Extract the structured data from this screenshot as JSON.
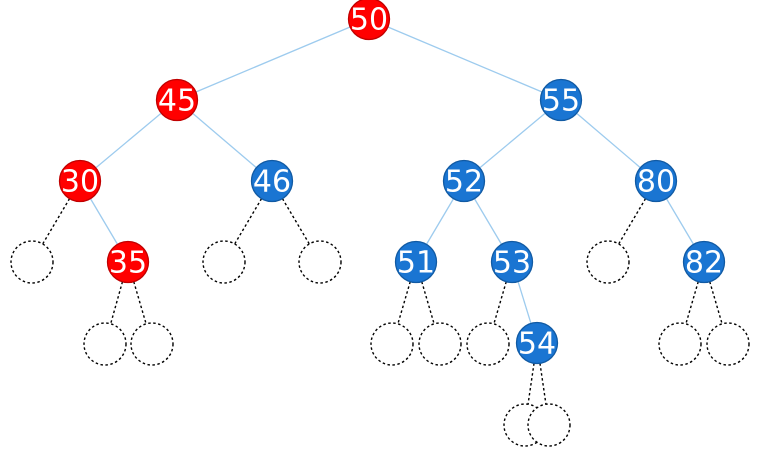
{
  "colors": {
    "red": "#ff0000",
    "red_stroke": "#c00000",
    "blue": "#1a75d2",
    "blue_stroke": "#115aa3",
    "edge": "#9dcbee",
    "null_edge": "#000000"
  },
  "nodes": [
    {
      "id": "n50",
      "label": "50",
      "color": "red"
    },
    {
      "id": "n45",
      "label": "45",
      "color": "red"
    },
    {
      "id": "n55",
      "label": "55",
      "color": "blue"
    },
    {
      "id": "n30",
      "label": "30",
      "color": "red"
    },
    {
      "id": "n46",
      "label": "46",
      "color": "blue"
    },
    {
      "id": "n52",
      "label": "52",
      "color": "blue"
    },
    {
      "id": "n80",
      "label": "80",
      "color": "blue"
    },
    {
      "id": "n35",
      "label": "35",
      "color": "red"
    },
    {
      "id": "n51",
      "label": "51",
      "color": "blue"
    },
    {
      "id": "n53",
      "label": "53",
      "color": "blue"
    },
    {
      "id": "n82",
      "label": "82",
      "color": "blue"
    },
    {
      "id": "n54",
      "label": "54",
      "color": "blue"
    }
  ],
  "edges": [
    {
      "from": "n50",
      "to": "n45"
    },
    {
      "from": "n50",
      "to": "n55"
    },
    {
      "from": "n45",
      "to": "n30"
    },
    {
      "from": "n45",
      "to": "n46"
    },
    {
      "from": "n55",
      "to": "n52"
    },
    {
      "from": "n55",
      "to": "n80"
    },
    {
      "from": "n30",
      "to": "n35"
    },
    {
      "from": "n52",
      "to": "n51"
    },
    {
      "from": "n52",
      "to": "n53"
    },
    {
      "from": "n80",
      "to": "n82"
    },
    {
      "from": "n53",
      "to": "n54"
    }
  ],
  "null_children": [
    {
      "parent": "n30",
      "side": "left"
    },
    {
      "parent": "n46",
      "side": "left"
    },
    {
      "parent": "n46",
      "side": "right"
    },
    {
      "parent": "n80",
      "side": "left"
    },
    {
      "parent": "n35",
      "side": "left"
    },
    {
      "parent": "n35",
      "side": "right"
    },
    {
      "parent": "n51",
      "side": "left"
    },
    {
      "parent": "n51",
      "side": "right"
    },
    {
      "parent": "n53",
      "side": "left"
    },
    {
      "parent": "n82",
      "side": "left"
    },
    {
      "parent": "n82",
      "side": "right"
    },
    {
      "parent": "n54",
      "side": "left"
    },
    {
      "parent": "n54",
      "side": "right"
    }
  ]
}
